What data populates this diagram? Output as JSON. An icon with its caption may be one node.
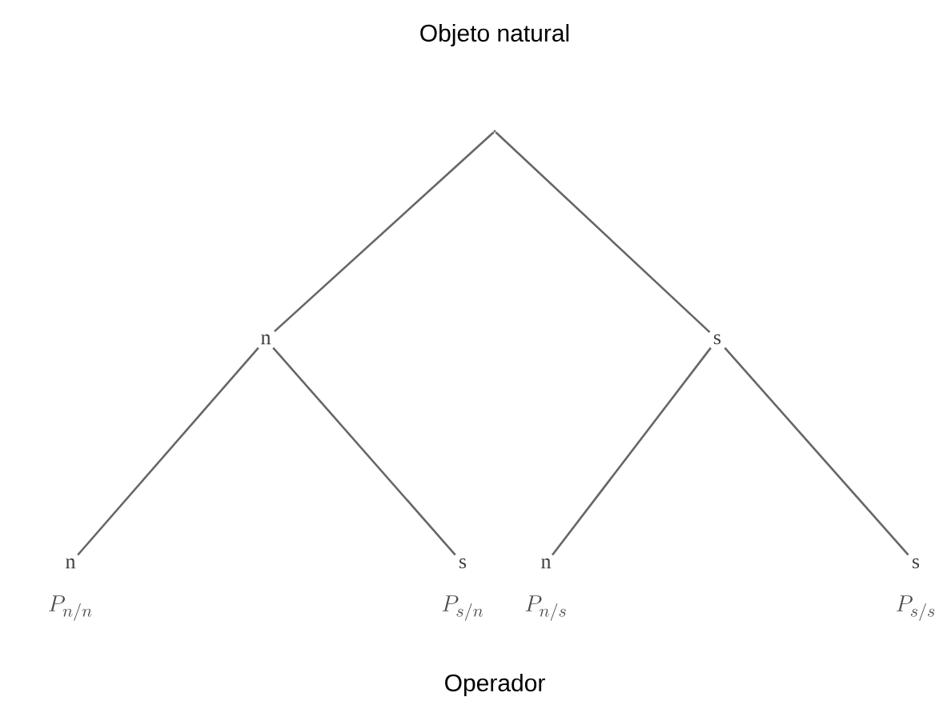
{
  "diagram": {
    "title": "Objeto natural",
    "caption": "Operador",
    "nodes": [
      {
        "text": [],
        "shape": "point"
      },
      {
        "text": [
          "n"
        ]
      },
      {
        "text": [
          "s"
        ]
      },
      {
        "text": [
          "n"
        ],
        "beside": [
          "P_{n/n}"
        ]
      },
      {
        "text": [
          "s"
        ],
        "beside": [
          "P_{s/n}"
        ]
      },
      {
        "text": [
          "n"
        ],
        "beside": [
          "P_{n/s}"
        ]
      },
      {
        "text": [
          "s"
        ],
        "beside": [
          "P_{s/s}"
        ]
      }
    ],
    "edges": [
      {
        "from": 0,
        "to": 1,
        "arrow": "none"
      },
      {
        "from": 0,
        "to": 2,
        "arrow": "none"
      },
      {
        "from": 1,
        "to": 3,
        "arrow": "none"
      },
      {
        "from": 1,
        "to": 4,
        "arrow": "none"
      },
      {
        "from": 2,
        "to": 5,
        "arrow": "none"
      },
      {
        "from": 2,
        "to": 6,
        "arrow": "none"
      }
    ]
  }
}
